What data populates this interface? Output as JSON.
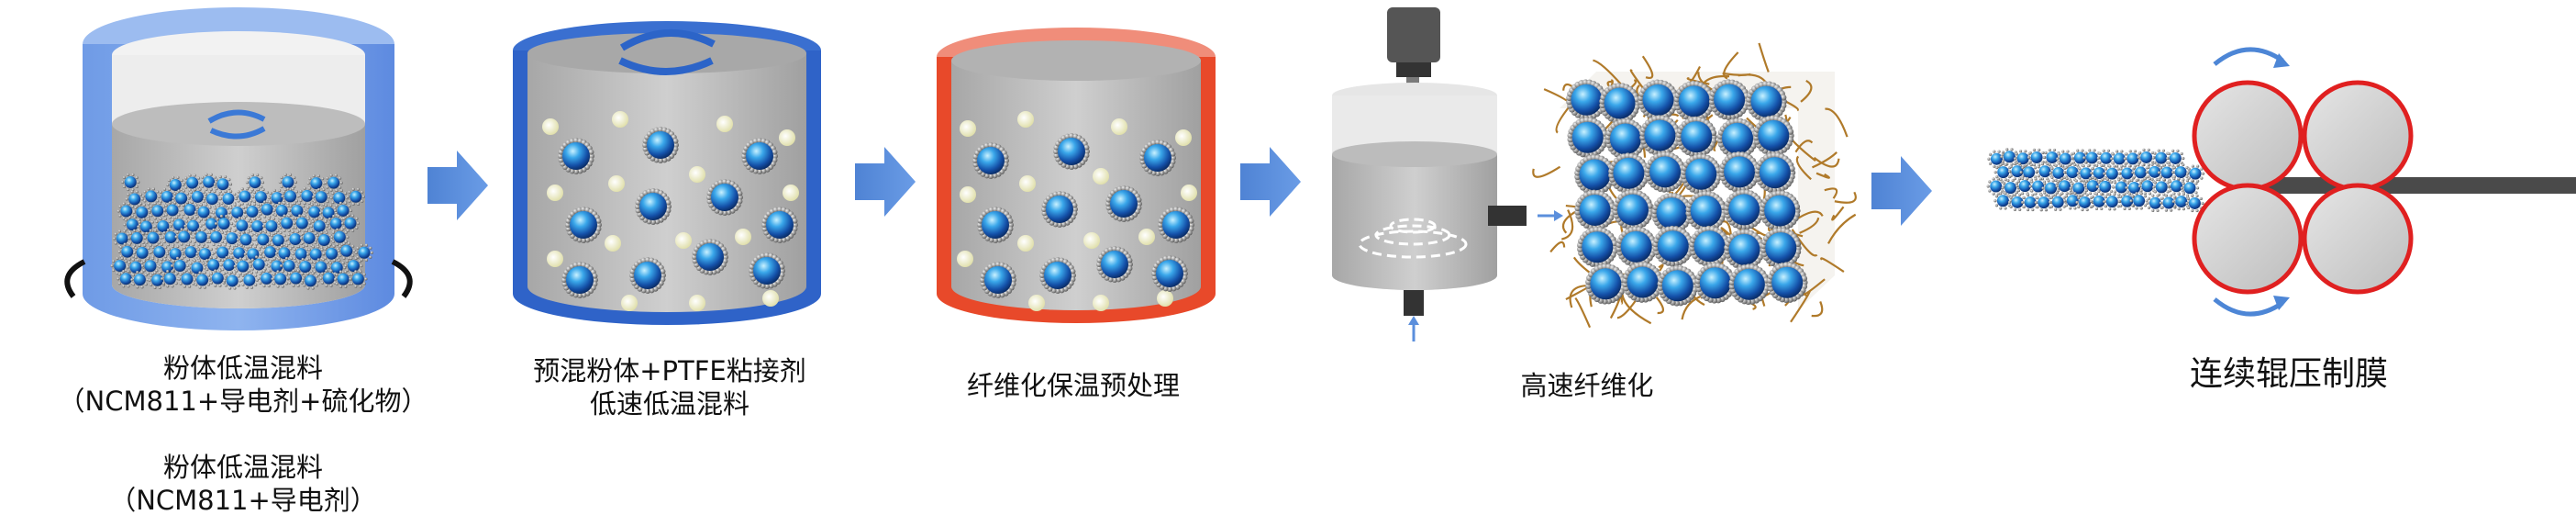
{
  "steps": [
    {
      "caption_lines": [
        "粉体低温混料",
        "（NCM811+导电剂+硫化物）",
        "",
        "粉体低温混料",
        "（NCM811+导电剂）"
      ]
    },
    {
      "caption_lines": [
        "预混粉体+PTFE粘接剂",
        "低速低温混料"
      ]
    },
    {
      "caption_lines": [
        "纤维化保温预处理"
      ]
    },
    {
      "caption_lines": [
        "高速纤维化"
      ]
    },
    {
      "caption_lines": [
        "连续辊压制膜"
      ]
    }
  ],
  "colors": {
    "blue_container": "#4a79d6",
    "red_container": "#e8492a",
    "arrow": "#5b8fdc",
    "roller_ring": "#e02020",
    "roller_fill": "#d4d4d4",
    "particle_core": "#1f66c4",
    "binder_dot": "#f0efc2",
    "fiber": "#b07a2a",
    "film": "#4a4a4a"
  }
}
